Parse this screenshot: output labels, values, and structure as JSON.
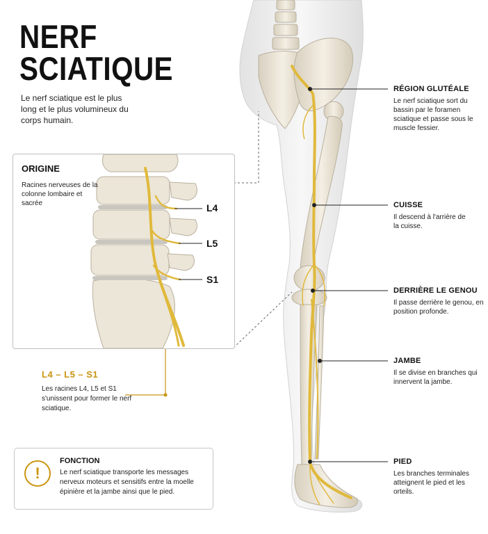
{
  "title_line1": "NERF",
  "title_line2": "SCIATIQUE",
  "intro": "Le nerf sciatique est le plus long et le plus volumineux du corps humain.",
  "origin": {
    "title": "ORIGINE",
    "description": "Racines nerveuses de la colonne lombaire et sacrée",
    "levels": [
      "L4",
      "L5",
      "S1"
    ]
  },
  "roots": {
    "title": "L4 – L5 – S1",
    "description": "Les racines L4, L5 et S1 s'unissent pour former le nerf sciatique."
  },
  "fonction": {
    "icon": "warning-icon",
    "icon_glyph": "!",
    "title": "FONCTION",
    "description": "Le nerf sciatique transporte les messages nerveux moteurs et sensitifs entre la moelle épinière et la jambe ainsi que le pied."
  },
  "labels": [
    {
      "title": "RÉGION GLUTÉALE",
      "description": "Le nerf sciatique sort du bassin par le foramen sciatique et passe sous le muscle fessier."
    },
    {
      "title": "CUISSE",
      "description": "Il descend à l'arrière de la cuisse."
    },
    {
      "title": "DERRIÈRE LE GENOU",
      "description": "Il passe derrière le genou, en position profonde."
    },
    {
      "title": "JAMBE",
      "description": "Il se divise en branches qui innervent la jambe."
    },
    {
      "title": "PIED",
      "description": "Les branches terminales atteignent le pied et les orteils."
    }
  ],
  "colors": {
    "nerve": "#e0b93c",
    "accent": "#c99410",
    "bone": "#e8e1d3",
    "skin": "#efefef"
  }
}
